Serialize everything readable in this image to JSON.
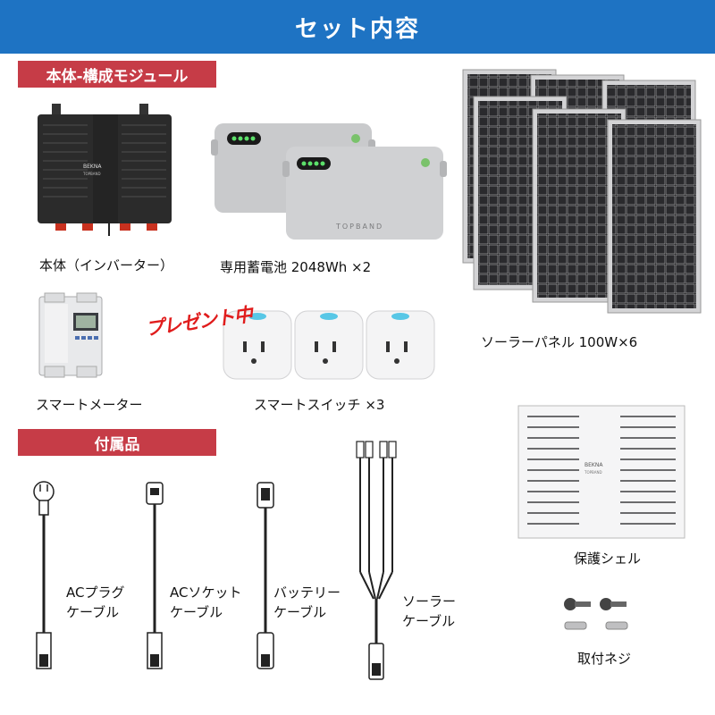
{
  "header": {
    "title": "セット内容"
  },
  "sections": {
    "main_modules": "本体-構成モジュール",
    "accessories": "付属品"
  },
  "items": {
    "inverter": "本体（インバーター）",
    "battery": "専用蓄電池 2048Wh ×2",
    "solar_panel": "ソーラーパネル 100W×6",
    "smart_meter": "スマートメーター",
    "smart_switch": "スマートスイッチ ×3",
    "present_badge": "プレゼント中",
    "protective_shell": "保護シェル",
    "mount_screws": "取付ネジ"
  },
  "cables": {
    "ac_plug": {
      "line1": "ACプラグ",
      "line2": "ケーブル"
    },
    "ac_socket": {
      "line1": "ACソケット",
      "line2": "ケーブル"
    },
    "battery": {
      "line1": "バッテリー",
      "line2": "ケーブル"
    },
    "solar": {
      "line1": "ソーラー",
      "line2": "ケーブル"
    }
  },
  "product_text": {
    "inverter_brand": "BEKNA",
    "inverter_sub": "TOPBAND",
    "battery_brand": "TOPBAND",
    "shell_brand": "BEKNA",
    "shell_sub": "TOPBAND"
  },
  "colors": {
    "header_bg": "#1e73c3",
    "section_tab_bg": "#c63c47",
    "present_text": "#e01c1c"
  }
}
